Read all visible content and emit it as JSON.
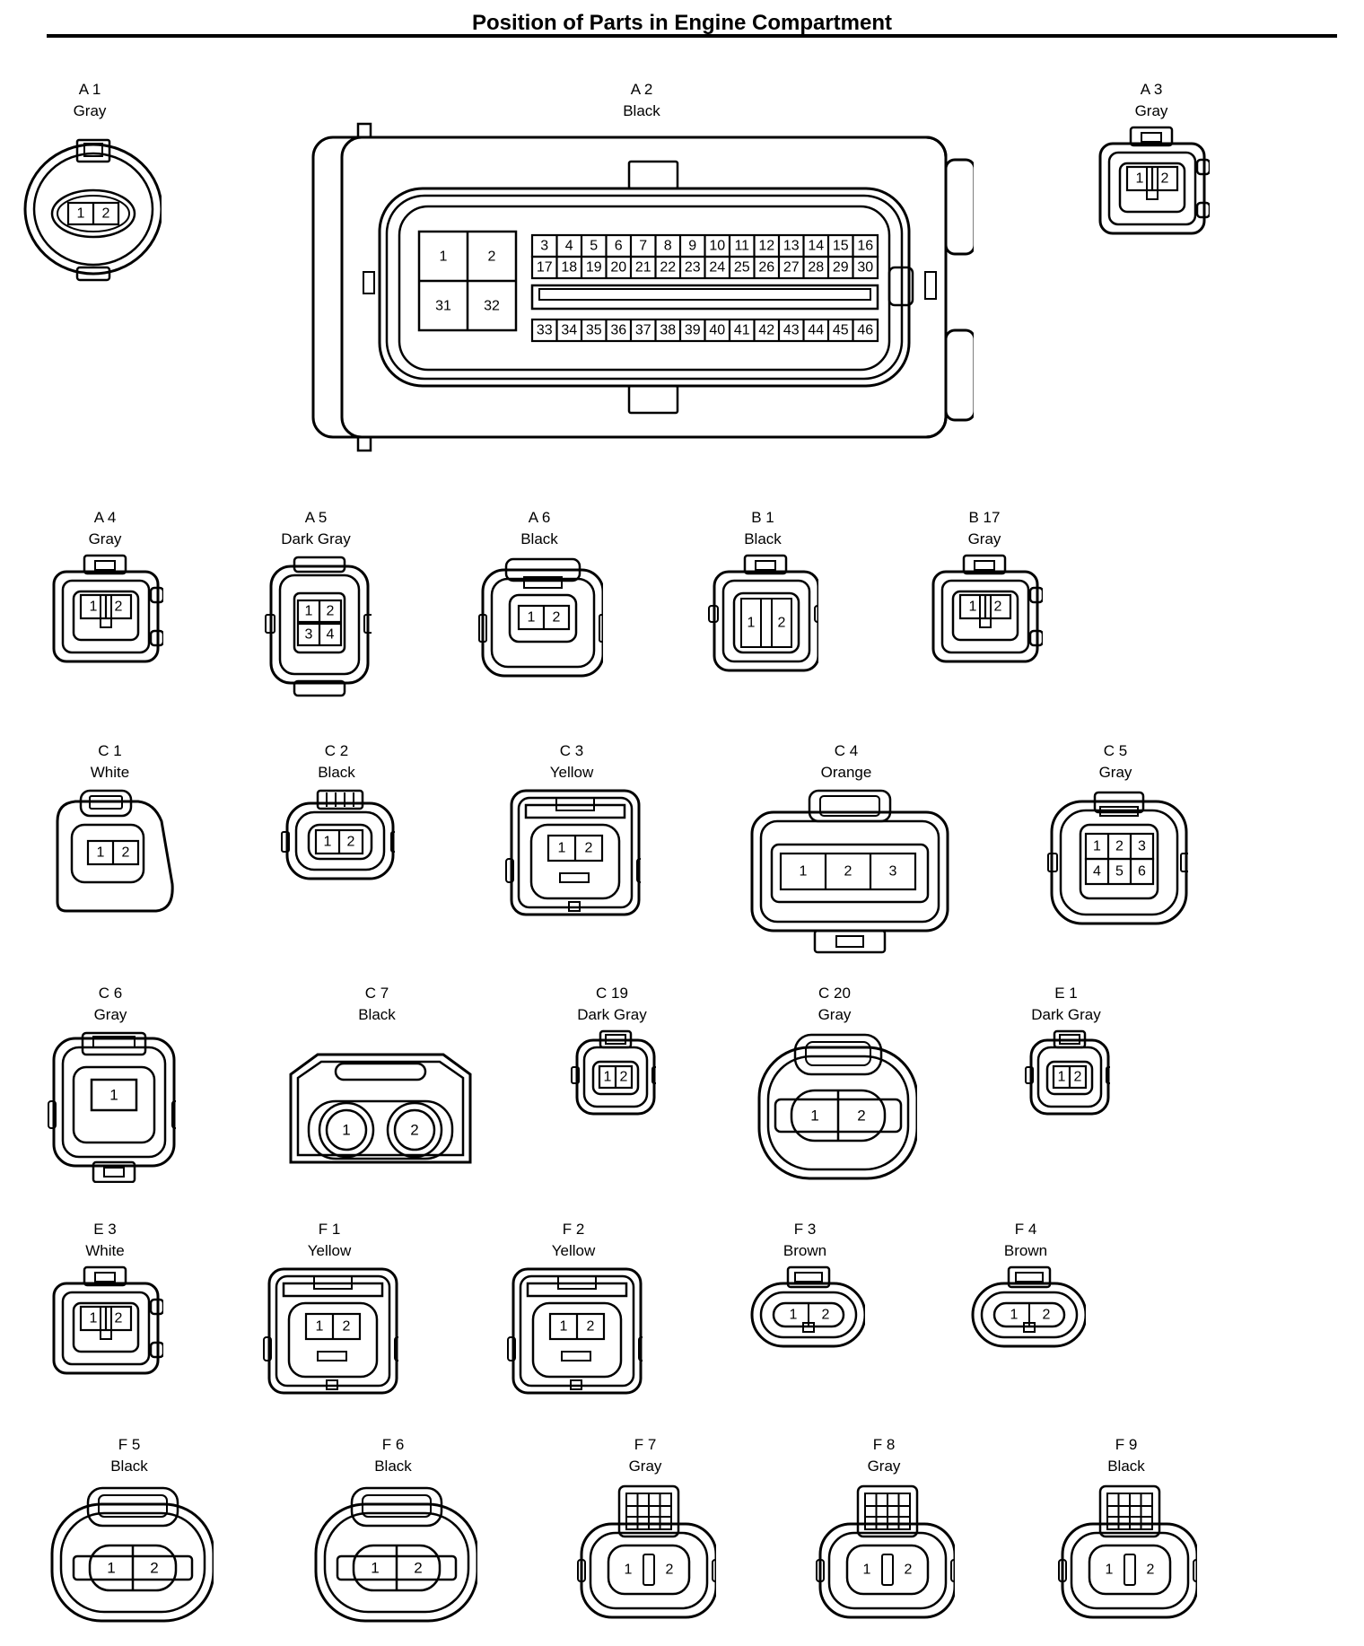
{
  "title": "Position of Parts in Engine Compartment",
  "connectors": [
    {
      "id": "A1",
      "code": "A 1",
      "color": "Gray",
      "pins": [
        "1",
        "2"
      ]
    },
    {
      "id": "A2",
      "code": "A 2",
      "color": "Black",
      "big_pins": [
        "1",
        "2",
        "31",
        "32"
      ],
      "row1": [
        "3",
        "4",
        "5",
        "6",
        "7",
        "8",
        "9",
        "10",
        "11",
        "12",
        "13",
        "14",
        "15",
        "16"
      ],
      "row2": [
        "17",
        "18",
        "19",
        "20",
        "21",
        "22",
        "23",
        "24",
        "25",
        "26",
        "27",
        "28",
        "29",
        "30"
      ],
      "row3": [
        "33",
        "34",
        "35",
        "36",
        "37",
        "38",
        "39",
        "40",
        "41",
        "42",
        "43",
        "44",
        "45",
        "46"
      ]
    },
    {
      "id": "A3",
      "code": "A 3",
      "color": "Gray",
      "pins": [
        "1",
        "2"
      ]
    },
    {
      "id": "A4",
      "code": "A 4",
      "color": "Gray",
      "pins": [
        "1",
        "2"
      ]
    },
    {
      "id": "A5",
      "code": "A 5",
      "color": "Dark Gray",
      "pins": [
        "1",
        "2",
        "3",
        "4"
      ]
    },
    {
      "id": "A6",
      "code": "A 6",
      "color": "Black",
      "pins": [
        "1",
        "2"
      ]
    },
    {
      "id": "B1",
      "code": "B 1",
      "color": "Black",
      "pins": [
        "1",
        "2"
      ]
    },
    {
      "id": "B17",
      "code": "B 17",
      "color": "Gray",
      "pins": [
        "1",
        "2"
      ]
    },
    {
      "id": "C1",
      "code": "C 1",
      "color": "White",
      "pins": [
        "1",
        "2"
      ]
    },
    {
      "id": "C2",
      "code": "C 2",
      "color": "Black",
      "pins": [
        "1",
        "2"
      ]
    },
    {
      "id": "C3",
      "code": "C 3",
      "color": "Yellow",
      "pins": [
        "1",
        "2"
      ]
    },
    {
      "id": "C4",
      "code": "C 4",
      "color": "Orange",
      "pins": [
        "1",
        "2",
        "3"
      ]
    },
    {
      "id": "C5",
      "code": "C 5",
      "color": "Gray",
      "pins": [
        "1",
        "2",
        "3",
        "4",
        "5",
        "6"
      ]
    },
    {
      "id": "C6",
      "code": "C 6",
      "color": "Gray",
      "pins": [
        "1"
      ]
    },
    {
      "id": "C7",
      "code": "C 7",
      "color": "Black",
      "pins": [
        "1",
        "2"
      ]
    },
    {
      "id": "C19",
      "code": "C 19",
      "color": "Dark Gray",
      "pins": [
        "1",
        "2"
      ]
    },
    {
      "id": "C20",
      "code": "C 20",
      "color": "Gray",
      "pins": [
        "1",
        "2"
      ]
    },
    {
      "id": "E1",
      "code": "E 1",
      "color": "Dark Gray",
      "pins": [
        "1",
        "2"
      ]
    },
    {
      "id": "E3",
      "code": "E 3",
      "color": "White",
      "pins": [
        "1",
        "2"
      ]
    },
    {
      "id": "F1",
      "code": "F 1",
      "color": "Yellow",
      "pins": [
        "1",
        "2"
      ]
    },
    {
      "id": "F2",
      "code": "F 2",
      "color": "Yellow",
      "pins": [
        "1",
        "2"
      ]
    },
    {
      "id": "F3",
      "code": "F 3",
      "color": "Brown",
      "pins": [
        "1",
        "2"
      ]
    },
    {
      "id": "F4",
      "code": "F 4",
      "color": "Brown",
      "pins": [
        "1",
        "2"
      ]
    },
    {
      "id": "F5",
      "code": "F 5",
      "color": "Black",
      "pins": [
        "1",
        "2"
      ]
    },
    {
      "id": "F6",
      "code": "F 6",
      "color": "Black",
      "pins": [
        "1",
        "2"
      ]
    },
    {
      "id": "F7",
      "code": "F 7",
      "color": "Gray",
      "pins": [
        "1",
        "2"
      ]
    },
    {
      "id": "F8",
      "code": "F 8",
      "color": "Gray",
      "pins": [
        "1",
        "2"
      ]
    },
    {
      "id": "F9",
      "code": "F 9",
      "color": "Black",
      "pins": [
        "1",
        "2"
      ]
    }
  ]
}
